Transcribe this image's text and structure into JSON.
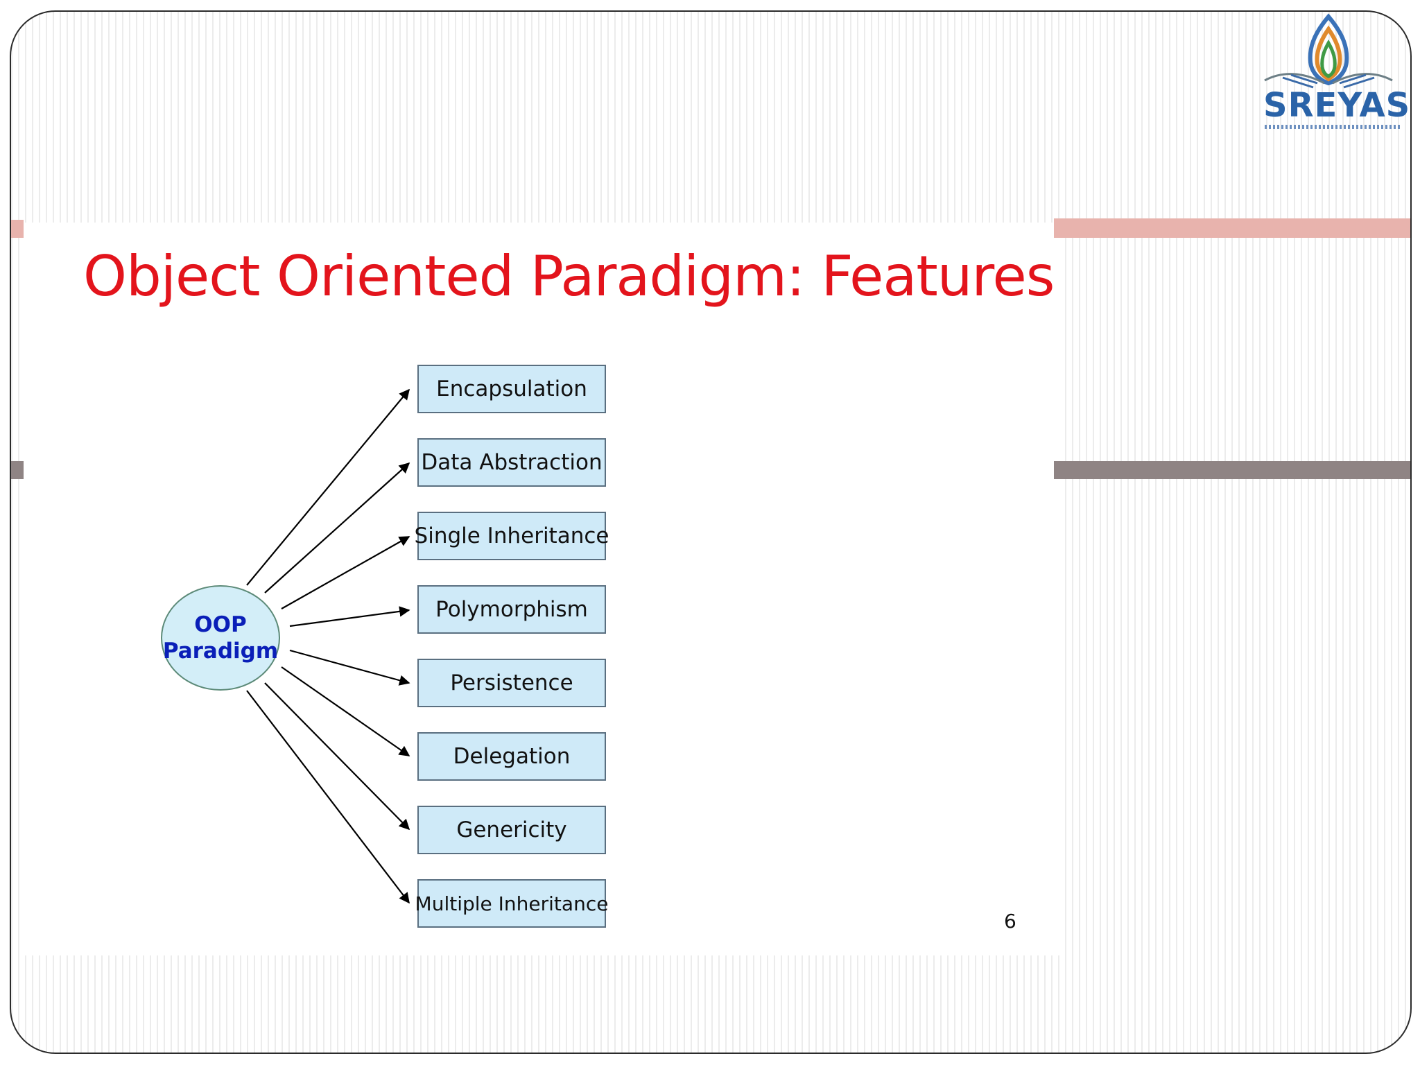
{
  "slide": {
    "title": "Object Oriented Paradigm: Features",
    "page_number": "6"
  },
  "logo": {
    "name": "SREYAS",
    "colors": {
      "text": "#2a63a8",
      "flame_outer": "#3a72b8",
      "flame_mid": "#e08a2c",
      "flame_inner": "#3f9a45"
    }
  },
  "diagram": {
    "hub": {
      "line1": "OOP",
      "line2": "Paradigm"
    },
    "features": [
      "Encapsulation",
      "Data Abstraction",
      "Single Inheritance",
      "Polymorphism",
      "Persistence",
      "Delegation",
      "Genericity",
      "Multiple Inheritance"
    ]
  },
  "colors": {
    "title": "#e3141c",
    "hub_text": "#0a1fb8",
    "box_fill": "#cfeaf8",
    "accent_pink": "#e8b3ad",
    "accent_gray": "#8f8484"
  }
}
